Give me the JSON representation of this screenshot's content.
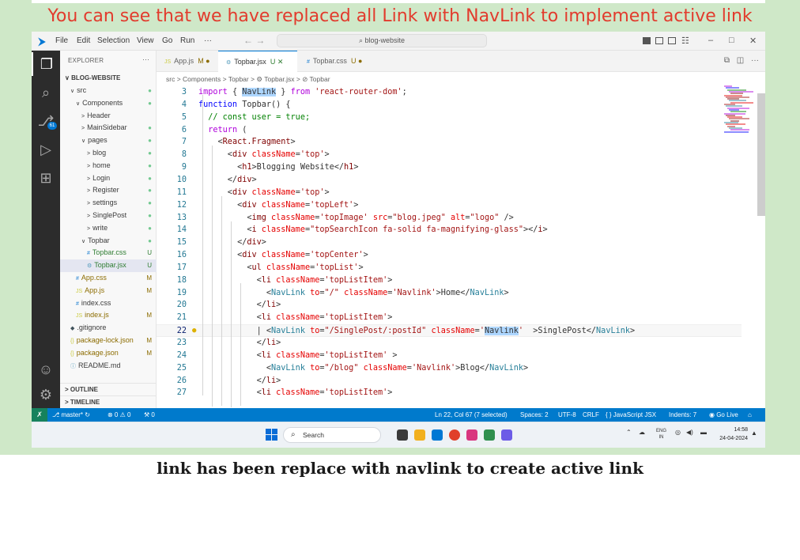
{
  "heading": "You can see that we have replaced all Link with NavLink to implement active link",
  "caption": "link has been replace with navlink to create active link",
  "titlebar": {
    "menus": [
      "File",
      "Edit",
      "Selection",
      "View",
      "Go",
      "Run",
      "···"
    ],
    "search": "⌕ blog-website"
  },
  "sidebar": {
    "title": "EXPLORER",
    "more": "···",
    "root": "BLOG-WEBSITE",
    "items": [
      {
        "label": "src",
        "chev": "∨",
        "indent": 1,
        "status": "●",
        "status_color": "#73c991"
      },
      {
        "label": "Components",
        "chev": "∨",
        "indent": 2,
        "status": "●",
        "status_color": "#73c991"
      },
      {
        "label": "Header",
        "chev": ">",
        "indent": 3,
        "status": "",
        "status_color": "#73c991"
      },
      {
        "label": "MainSidebar",
        "chev": ">",
        "indent": 3,
        "status": "●",
        "status_color": "#73c991"
      },
      {
        "label": "pages",
        "chev": "∨",
        "indent": 3,
        "status": "●",
        "status_color": "#73c991"
      },
      {
        "label": "blog",
        "chev": ">",
        "indent": 4,
        "status": "●",
        "status_color": "#73c991"
      },
      {
        "label": "home",
        "chev": ">",
        "indent": 4,
        "status": "●",
        "status_color": "#73c991"
      },
      {
        "label": "Login",
        "chev": ">",
        "indent": 4,
        "status": "●",
        "status_color": "#73c991"
      },
      {
        "label": "Register",
        "chev": ">",
        "indent": 4,
        "status": "●",
        "status_color": "#73c991"
      },
      {
        "label": "settings",
        "chev": ">",
        "indent": 4,
        "status": "●",
        "status_color": "#73c991"
      },
      {
        "label": "SinglePost",
        "chev": ">",
        "indent": 4,
        "status": "●",
        "status_color": "#73c991"
      },
      {
        "label": "write",
        "chev": ">",
        "indent": 4,
        "status": "●",
        "status_color": "#73c991"
      },
      {
        "label": "Topbar",
        "chev": "∨",
        "indent": 3,
        "status": "●",
        "status_color": "#73c991"
      },
      {
        "label": "Topbar.css",
        "icon": "#",
        "icon_color": "#1e7fd1",
        "indent": 4,
        "status": "U",
        "status_color": "#2f7d32",
        "label_color": "#2f7d32"
      },
      {
        "label": "Topbar.jsx",
        "icon": "⚙",
        "icon_color": "#519aba",
        "indent": 4,
        "status": "U",
        "status_color": "#2f7d32",
        "label_color": "#2f7d32",
        "selected": true
      },
      {
        "label": "App.css",
        "icon": "#",
        "icon_color": "#1e7fd1",
        "indent": 2,
        "status": "M",
        "status_color": "#8c6c00",
        "label_color": "#8c6c00"
      },
      {
        "label": "App.js",
        "icon": "JS",
        "icon_color": "#cbcb41",
        "indent": 2,
        "status": "M",
        "status_color": "#8c6c00",
        "label_color": "#8c6c00"
      },
      {
        "label": "index.css",
        "icon": "#",
        "icon_color": "#1e7fd1",
        "indent": 2,
        "status": "",
        "status_color": "#8c6c00"
      },
      {
        "label": "index.js",
        "icon": "JS",
        "icon_color": "#cbcb41",
        "indent": 2,
        "status": "M",
        "status_color": "#8c6c00",
        "label_color": "#8c6c00"
      },
      {
        "label": ".gitignore",
        "icon": "◆",
        "icon_color": "#41535b",
        "indent": 1,
        "status": "",
        "status_color": "#8c6c00"
      },
      {
        "label": "package-lock.json",
        "icon": "{}",
        "icon_color": "#cbcb41",
        "indent": 1,
        "status": "M",
        "status_color": "#8c6c00",
        "label_color": "#8c6c00"
      },
      {
        "label": "package.json",
        "icon": "{}",
        "icon_color": "#cbcb41",
        "indent": 1,
        "status": "M",
        "status_color": "#8c6c00",
        "label_color": "#8c6c00"
      },
      {
        "label": "README.md",
        "icon": "ⓘ",
        "icon_color": "#519aba",
        "indent": 1,
        "status": "",
        "status_color": "#8c6c00"
      }
    ],
    "outline": "> OUTLINE",
    "timeline": "> TIMELINE"
  },
  "tabs": [
    {
      "icon": "JS",
      "icon_color": "#cbcb41",
      "name": "App.js",
      "status": "M ●",
      "active": false
    },
    {
      "icon": "⚙",
      "icon_color": "#519aba",
      "name": "Topbar.jsx",
      "status": "U ✕",
      "active": true
    },
    {
      "icon": "#",
      "icon_color": "#1e7fd1",
      "name": "Topbar.css",
      "status": "U ●",
      "active": false
    }
  ],
  "breadcrumb": "src > Components > Topbar > ⚙ Topbar.jsx > ⊘ Topbar",
  "code": [
    {
      "n": 3,
      "segs": [
        [
          "k",
          "import"
        ],
        [
          "",
          " { "
        ],
        [
          "hl",
          "NavLink"
        ],
        [
          "",
          " } "
        ],
        [
          "k",
          "from"
        ],
        [
          "",
          " "
        ],
        [
          "s",
          "'react-router-dom'"
        ],
        [
          "",
          ";"
        ]
      ]
    },
    {
      "n": 4,
      "segs": [
        [
          "kb",
          "function"
        ],
        [
          "",
          " Topbar() {"
        ]
      ]
    },
    {
      "n": 5,
      "segs": [
        [
          "",
          "  "
        ],
        [
          "c",
          "// const user = true;"
        ]
      ]
    },
    {
      "n": 6,
      "segs": [
        [
          "",
          "  "
        ],
        [
          "k",
          "return"
        ],
        [
          "",
          " ("
        ]
      ]
    },
    {
      "n": 7,
      "segs": [
        [
          "",
          "    <"
        ],
        [
          "t",
          "React.Fragment"
        ],
        [
          "",
          ">"
        ]
      ]
    },
    {
      "n": 8,
      "segs": [
        [
          "",
          "      <"
        ],
        [
          "t",
          "div"
        ],
        [
          "",
          " "
        ],
        [
          "a",
          "className"
        ],
        [
          "",
          "="
        ],
        [
          "s",
          "'top'"
        ],
        [
          "",
          ">"
        ]
      ]
    },
    {
      "n": 9,
      "segs": [
        [
          "",
          "        <"
        ],
        [
          "t",
          "h1"
        ],
        [
          "",
          ">Blogging Website</"
        ],
        [
          "t",
          "h1"
        ],
        [
          "",
          ">"
        ]
      ]
    },
    {
      "n": 10,
      "segs": [
        [
          "",
          "      </"
        ],
        [
          "t",
          "div"
        ],
        [
          "",
          ">"
        ]
      ]
    },
    {
      "n": 11,
      "segs": [
        [
          "",
          "      <"
        ],
        [
          "t",
          "div"
        ],
        [
          "",
          " "
        ],
        [
          "a",
          "className"
        ],
        [
          "",
          "="
        ],
        [
          "s",
          "'top'"
        ],
        [
          "",
          ">"
        ]
      ]
    },
    {
      "n": 12,
      "segs": [
        [
          "",
          "        <"
        ],
        [
          "t",
          "div"
        ],
        [
          "",
          " "
        ],
        [
          "a",
          "className"
        ],
        [
          "",
          "="
        ],
        [
          "s",
          "'topLeft'"
        ],
        [
          "",
          ">"
        ]
      ]
    },
    {
      "n": 13,
      "segs": [
        [
          "",
          "          <"
        ],
        [
          "t",
          "img"
        ],
        [
          "",
          " "
        ],
        [
          "a",
          "className"
        ],
        [
          "",
          "="
        ],
        [
          "s",
          "'topImage'"
        ],
        [
          "",
          " "
        ],
        [
          "a",
          "src"
        ],
        [
          "",
          "="
        ],
        [
          "s",
          "\"blog.jpeg\""
        ],
        [
          "",
          " "
        ],
        [
          "a",
          "alt"
        ],
        [
          "",
          "="
        ],
        [
          "s",
          "\"logo\""
        ],
        [
          "",
          " />"
        ]
      ]
    },
    {
      "n": 14,
      "segs": [
        [
          "",
          "          <"
        ],
        [
          "t",
          "i"
        ],
        [
          "",
          " "
        ],
        [
          "a",
          "className"
        ],
        [
          "",
          "="
        ],
        [
          "s",
          "\"topSearchIcon fa-solid fa-magnifying-glass\""
        ],
        [
          "",
          "></"
        ],
        [
          "t",
          "i"
        ],
        [
          "",
          ">"
        ]
      ]
    },
    {
      "n": 15,
      "segs": [
        [
          "",
          "        </"
        ],
        [
          "t",
          "div"
        ],
        [
          "",
          ">"
        ]
      ]
    },
    {
      "n": 16,
      "segs": [
        [
          "",
          "        <"
        ],
        [
          "t",
          "div"
        ],
        [
          "",
          " "
        ],
        [
          "a",
          "className"
        ],
        [
          "",
          "="
        ],
        [
          "s",
          "'topCenter'"
        ],
        [
          "",
          ">"
        ]
      ]
    },
    {
      "n": 17,
      "segs": [
        [
          "",
          "          <"
        ],
        [
          "t",
          "ul"
        ],
        [
          "",
          " "
        ],
        [
          "a",
          "className"
        ],
        [
          "",
          "="
        ],
        [
          "s",
          "'topList'"
        ],
        [
          "",
          ">"
        ]
      ]
    },
    {
      "n": 18,
      "segs": [
        [
          "",
          "            <"
        ],
        [
          "t",
          "li"
        ],
        [
          "",
          " "
        ],
        [
          "a",
          "className"
        ],
        [
          "",
          "="
        ],
        [
          "s",
          "'topListItem'"
        ],
        [
          "",
          ">"
        ]
      ]
    },
    {
      "n": 19,
      "segs": [
        [
          "",
          "              <"
        ],
        [
          "nl",
          "NavLink"
        ],
        [
          "",
          " "
        ],
        [
          "a",
          "to"
        ],
        [
          "",
          "="
        ],
        [
          "s",
          "\"/\""
        ],
        [
          "",
          " "
        ],
        [
          "a",
          "className"
        ],
        [
          "",
          "="
        ],
        [
          "s",
          "'Navlink'"
        ],
        [
          "",
          ">Home</"
        ],
        [
          "nl",
          "NavLink"
        ],
        [
          "",
          ">"
        ]
      ]
    },
    {
      "n": 20,
      "segs": [
        [
          "",
          "            </"
        ],
        [
          "t",
          "li"
        ],
        [
          "",
          ">"
        ]
      ]
    },
    {
      "n": 21,
      "segs": [
        [
          "",
          "            <"
        ],
        [
          "t",
          "li"
        ],
        [
          "",
          " "
        ],
        [
          "a",
          "className"
        ],
        [
          "",
          "="
        ],
        [
          "s",
          "'topListItem'"
        ],
        [
          "",
          ">"
        ]
      ]
    },
    {
      "n": 22,
      "cur": true,
      "segs": [
        [
          "",
          "            | <"
        ],
        [
          "nl",
          "NavLink"
        ],
        [
          "",
          " "
        ],
        [
          "a",
          "to"
        ],
        [
          "",
          "="
        ],
        [
          "s",
          "\"/SinglePost/:postId\""
        ],
        [
          "",
          " "
        ],
        [
          "a",
          "className"
        ],
        [
          "",
          "="
        ],
        [
          "s",
          "'"
        ],
        [
          "hl",
          "Navlink"
        ],
        [
          "s",
          "'"
        ],
        [
          "",
          "  >SinglePost</"
        ],
        [
          "nl",
          "NavLink"
        ],
        [
          "",
          ">"
        ]
      ]
    },
    {
      "n": 23,
      "segs": [
        [
          "",
          "            </"
        ],
        [
          "t",
          "li"
        ],
        [
          "",
          ">"
        ]
      ]
    },
    {
      "n": 24,
      "segs": [
        [
          "",
          "            <"
        ],
        [
          "t",
          "li"
        ],
        [
          "",
          " "
        ],
        [
          "a",
          "className"
        ],
        [
          "",
          "="
        ],
        [
          "s",
          "'topListItem'"
        ],
        [
          "",
          " >"
        ]
      ]
    },
    {
      "n": 25,
      "segs": [
        [
          "",
          "              <"
        ],
        [
          "nl",
          "NavLink"
        ],
        [
          "",
          " "
        ],
        [
          "a",
          "to"
        ],
        [
          "",
          "="
        ],
        [
          "s",
          "\"/blog\""
        ],
        [
          "",
          " "
        ],
        [
          "a",
          "className"
        ],
        [
          "",
          "="
        ],
        [
          "s",
          "'Navlink'"
        ],
        [
          "",
          ">Blog</"
        ],
        [
          "nl",
          "NavLink"
        ],
        [
          "",
          ">"
        ]
      ]
    },
    {
      "n": 26,
      "segs": [
        [
          "",
          "            </"
        ],
        [
          "t",
          "li"
        ],
        [
          "",
          ">"
        ]
      ]
    },
    {
      "n": 27,
      "segs": [
        [
          "",
          "            <"
        ],
        [
          "t",
          "li"
        ],
        [
          "",
          " "
        ],
        [
          "a",
          "className"
        ],
        [
          "",
          "="
        ],
        [
          "s",
          "'topListItem'"
        ],
        [
          "",
          ">"
        ]
      ]
    }
  ],
  "statusbar": {
    "remote": "✗",
    "branch": "⎇ master* ↻",
    "problems": "⊗ 0 ⚠ 0",
    "ports": "⚒ 0",
    "position": "Ln 22, Col 67 (7 selected)",
    "spaces": "Spaces: 2",
    "encoding": "UTF-8",
    "eol": "CRLF",
    "language": "{ } JavaScript JSX",
    "indents": "Indents: 7",
    "golive": "◉ Go Live",
    "notif": "⌂"
  },
  "taskbar": {
    "search": "Search",
    "lang_top": "ENG",
    "lang_bottom": "IN",
    "time": "14:58",
    "date": "24-04-2024",
    "apps": [
      "#3a3a3a",
      "#f2b01e",
      "#0078d4",
      "#e0402a",
      "#d9367f",
      "#2f8f4e",
      "#6c5ce7"
    ]
  }
}
